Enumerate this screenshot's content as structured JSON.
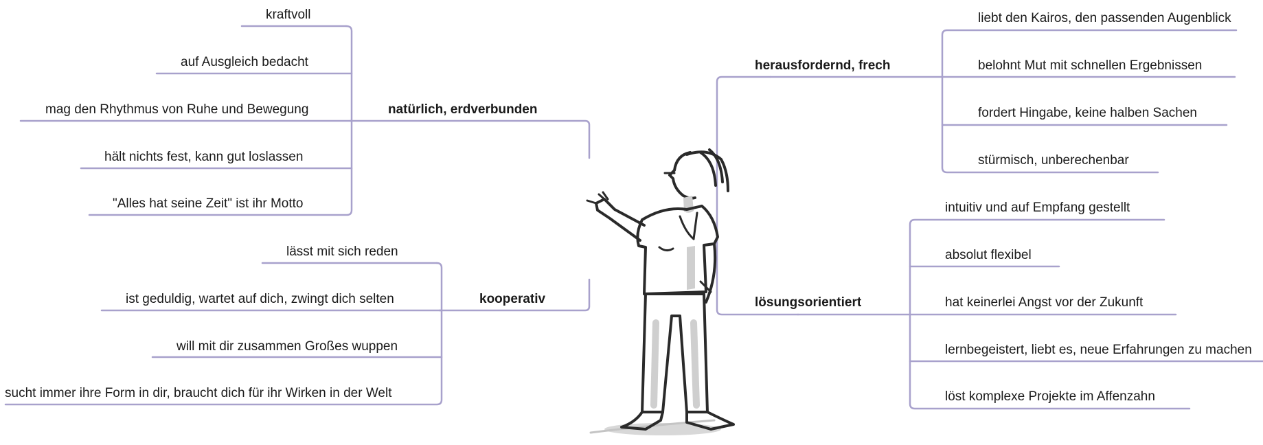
{
  "colors": {
    "connector": "#a8a1cc",
    "ink": "#1a1a1a",
    "shade": "#c9c9c9"
  },
  "figure": {
    "icon": "standing-woman-illustration"
  },
  "left_branches": [
    {
      "label": "natürlich, erdverbunden",
      "items": [
        "kraftvoll",
        "auf Ausgleich bedacht",
        "mag den Rhythmus von Ruhe und Bewegung",
        "hält nichts fest, kann gut loslassen",
        "\"Alles hat seine Zeit\" ist ihr Motto"
      ]
    },
    {
      "label": "kooperativ",
      "items": [
        "lässt mit sich reden",
        "ist geduldig, wartet auf dich, zwingt dich selten",
        "will mit dir zusammen Großes wuppen",
        "sucht immer ihre Form in dir, braucht dich für ihr Wirken in der Welt"
      ]
    }
  ],
  "right_branches": [
    {
      "label": "herausfordernd, frech",
      "items": [
        "liebt den Kairos, den passenden Augenblick",
        "belohnt Mut mit schnellen Ergebnissen",
        "fordert Hingabe, keine halben Sachen",
        "stürmisch, unberechenbar"
      ]
    },
    {
      "label": "lösungsorientiert",
      "items": [
        "intuitiv und auf Empfang gestellt",
        "absolut flexibel",
        "hat keinerlei Angst vor der Zukunft",
        "lernbegeistert, liebt es, neue Erfahrungen zu machen",
        "löst komplexe Projekte im Affenzahn"
      ]
    }
  ]
}
